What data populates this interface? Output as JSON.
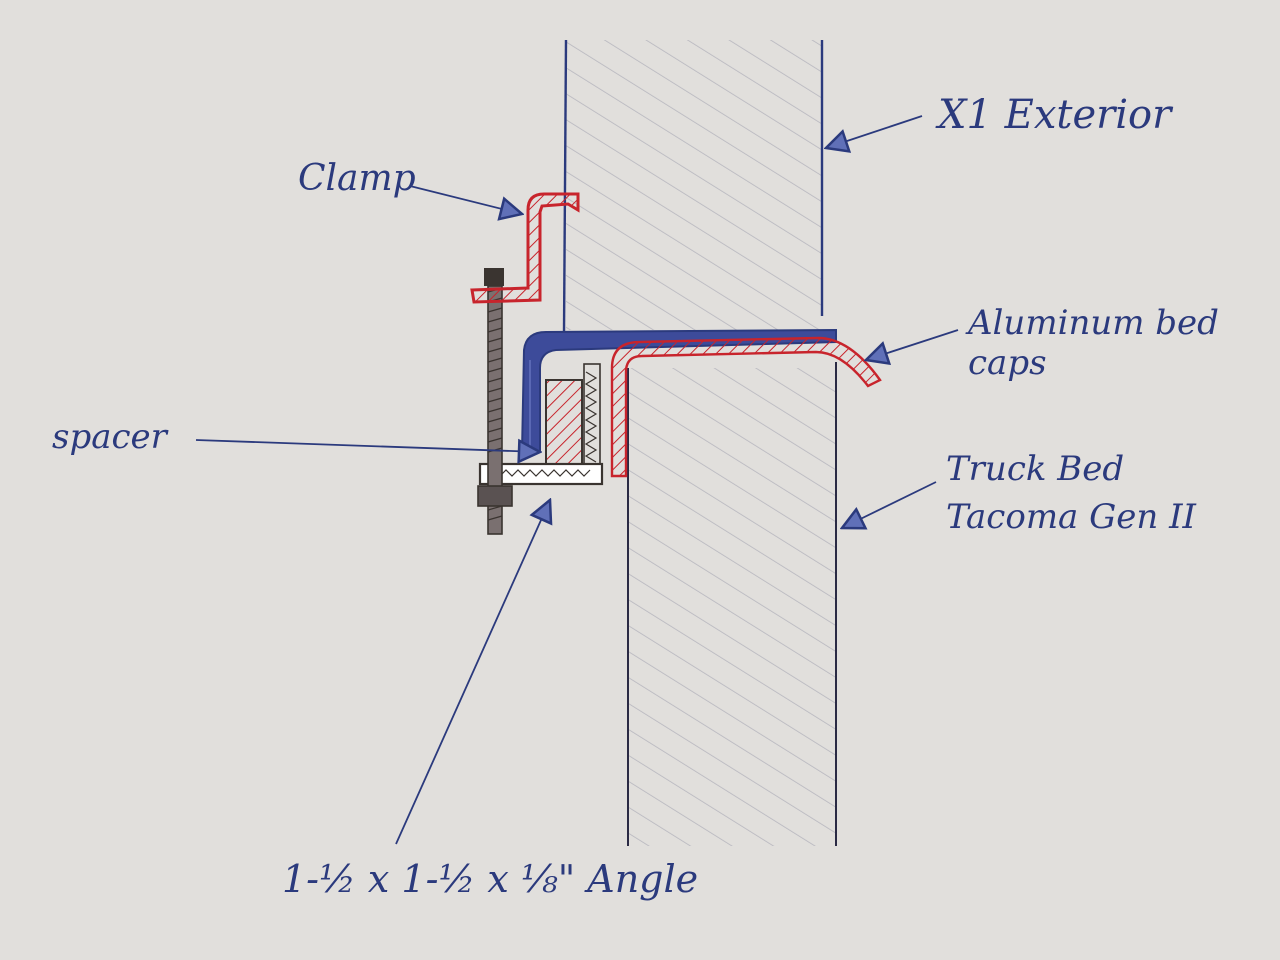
{
  "diagram": {
    "labels": {
      "clamp": "Clamp",
      "x1_exterior": "X1 Exterior",
      "bed_caps_line1": "Aluminum bed",
      "bed_caps_line2": "caps",
      "spacer": "spacer",
      "truck_bed_line1": "Truck Bed",
      "truck_bed_line2": "Tacoma Gen II",
      "angle": "1-½ x 1-½ x ⅛\" Angle"
    },
    "colors": {
      "paper": "#e6e4e0",
      "blue_ink": "#2b3a7d",
      "red_ink": "#c8242c",
      "black_ink": "#3a3430",
      "pencil": "#a8a8b4"
    }
  }
}
